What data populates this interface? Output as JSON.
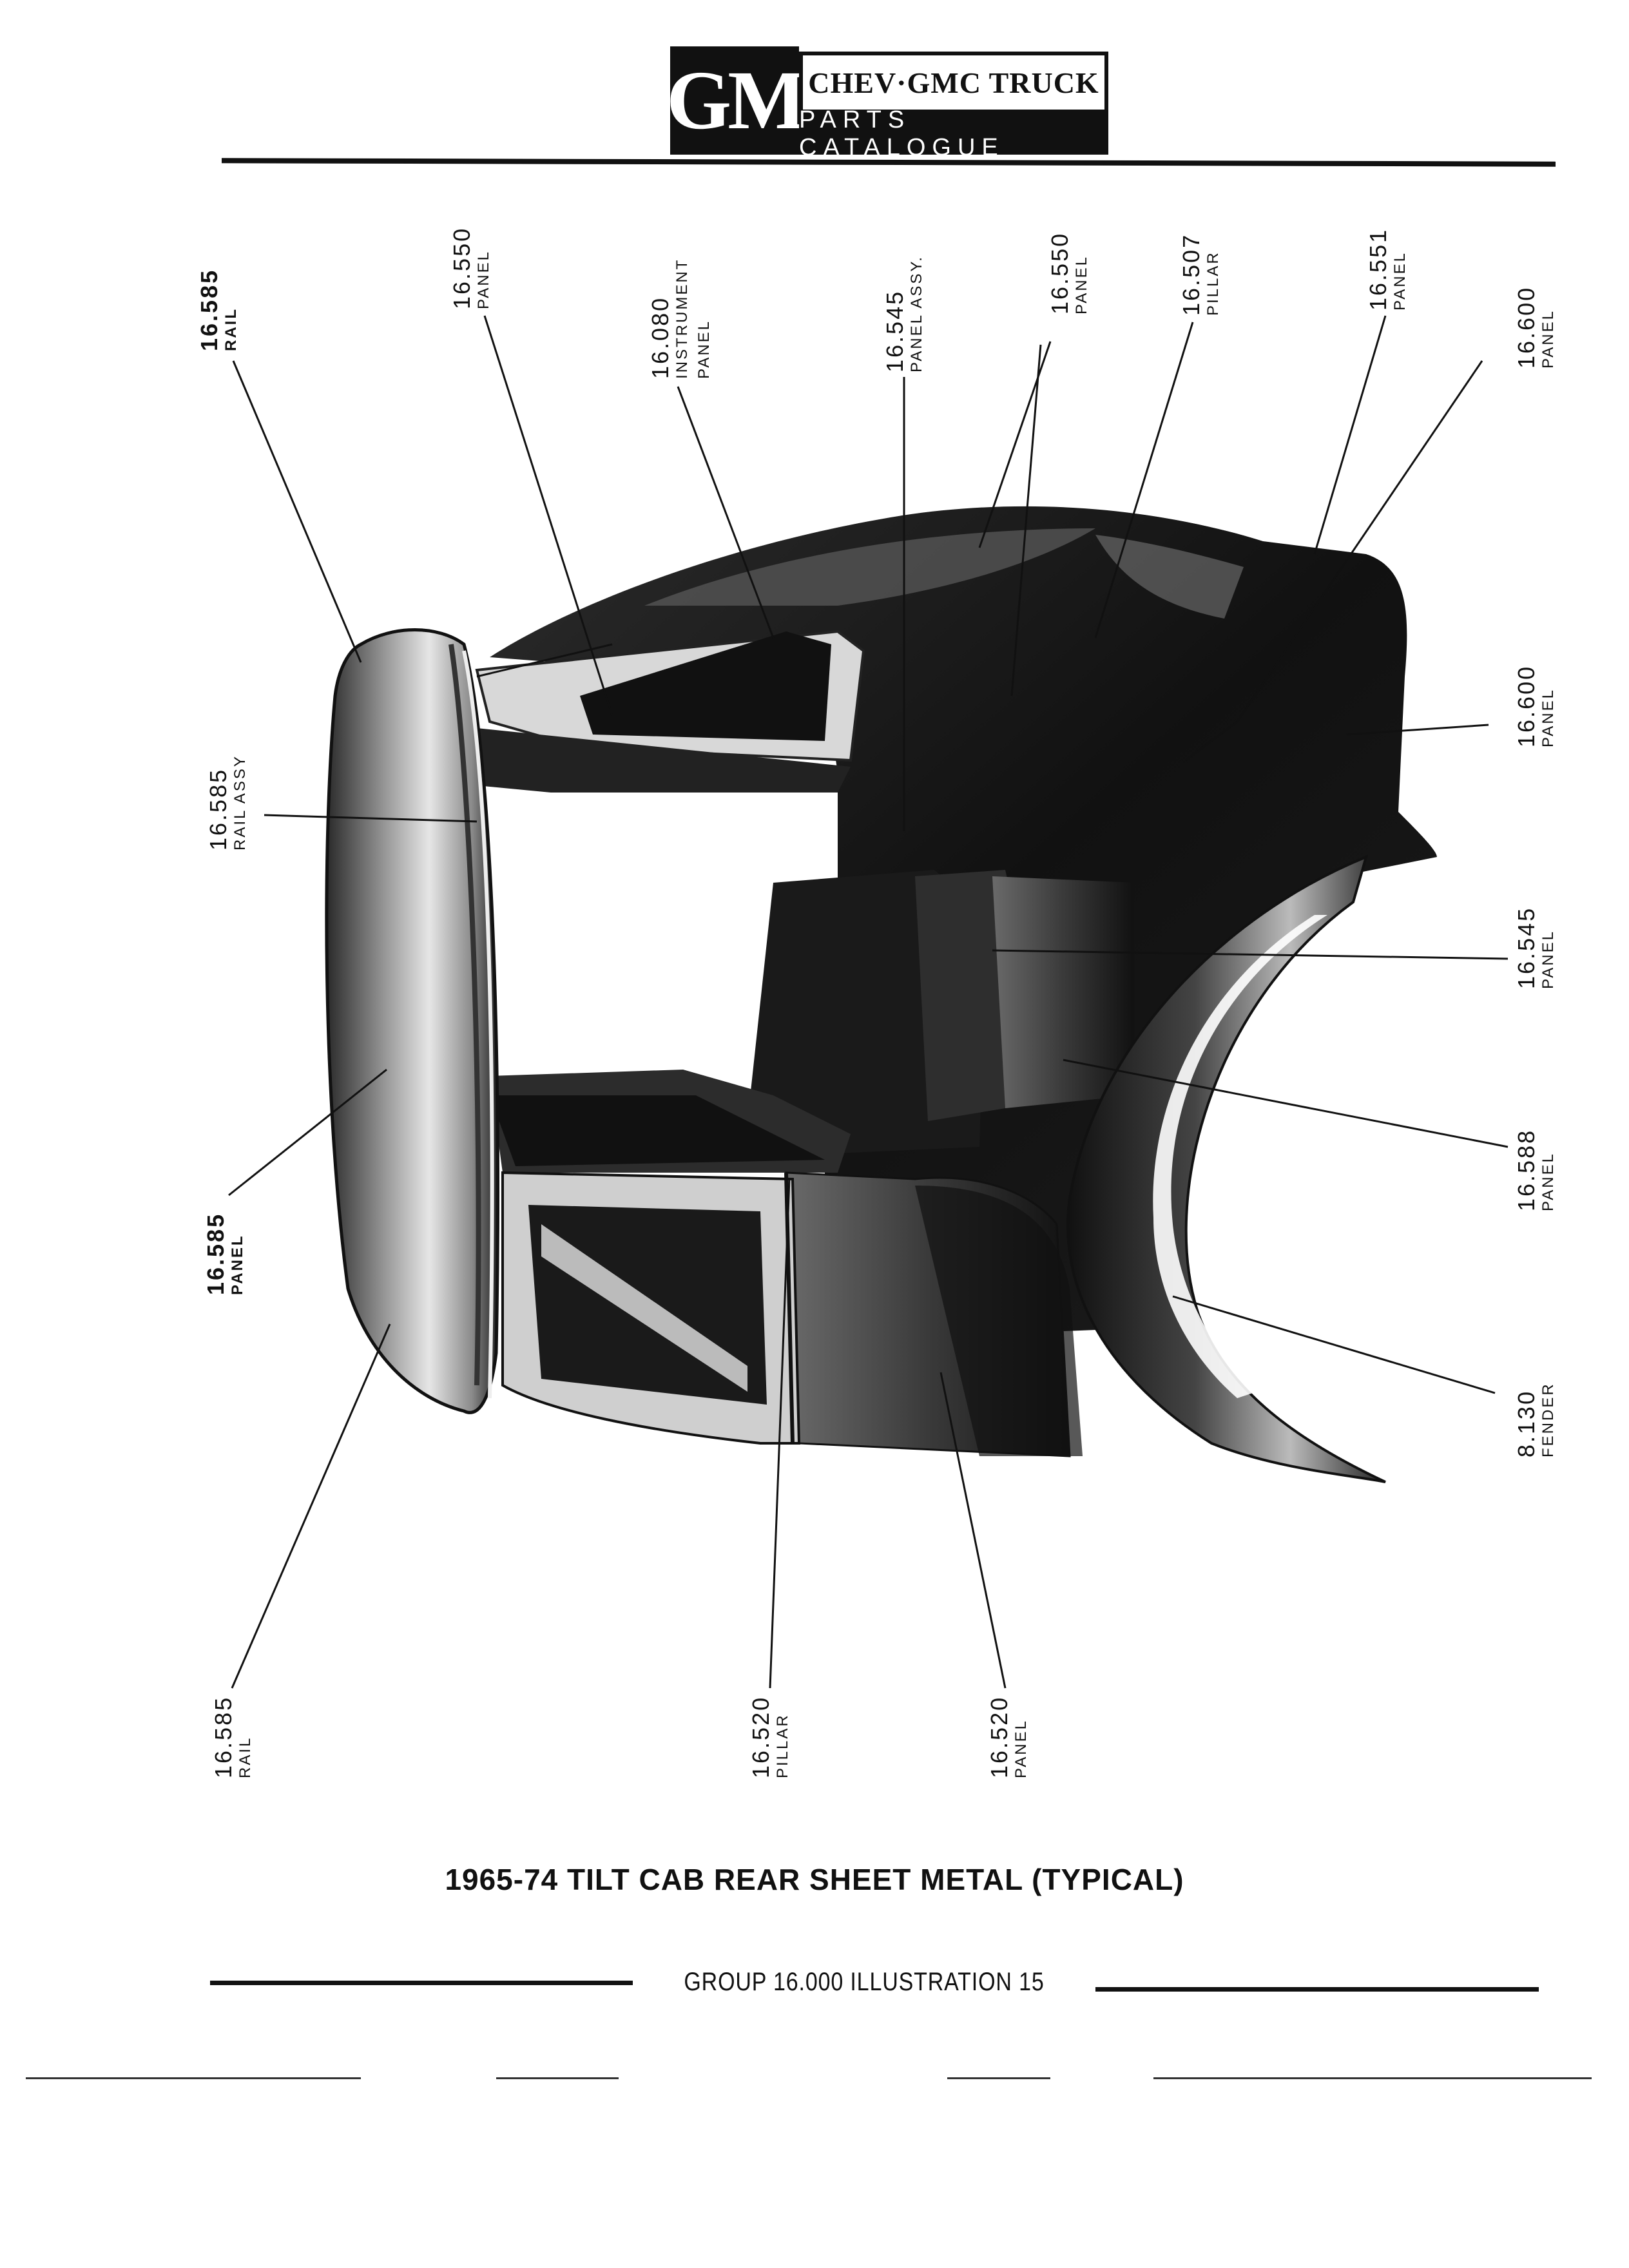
{
  "header": {
    "logo_mark": "GM",
    "brand_line": "CHEV·GMC TRUCK",
    "subtitle": "PARTS CATALOGUE"
  },
  "callouts": [
    {
      "id": "c1",
      "number": "16.585",
      "name": "RAIL"
    },
    {
      "id": "c2",
      "number": "16.550",
      "name": "PANEL"
    },
    {
      "id": "c3",
      "number": "16.080",
      "name": "INSTRUMENT",
      "name2": "PANEL"
    },
    {
      "id": "c4",
      "number": "16.545",
      "name": "PANEL ASSY."
    },
    {
      "id": "c5",
      "number": "16.550",
      "name": "PANEL"
    },
    {
      "id": "c6",
      "number": "16.507",
      "name": "PILLAR"
    },
    {
      "id": "c7",
      "number": "16.551",
      "name": "PANEL"
    },
    {
      "id": "c8",
      "number": "16.600",
      "name": "PANEL"
    },
    {
      "id": "c9",
      "number": "16.585",
      "name": "RAIL ASSY"
    },
    {
      "id": "c10",
      "number": "16.600",
      "name": "PANEL"
    },
    {
      "id": "c11",
      "number": "16.545",
      "name": "PANEL"
    },
    {
      "id": "c12",
      "number": "16.588",
      "name": "PANEL"
    },
    {
      "id": "c13",
      "number": "16.585",
      "name": "PANEL"
    },
    {
      "id": "c14",
      "number": "8.130",
      "name": "FENDER"
    },
    {
      "id": "c15",
      "number": "16.585",
      "name": "RAIL"
    },
    {
      "id": "c16",
      "number": "16.520",
      "name": "PILLAR"
    },
    {
      "id": "c17",
      "number": "16.520",
      "name": "PANEL"
    }
  ],
  "caption": "1965-74 TILT CAB REAR SHEET METAL (TYPICAL)",
  "footer": "GROUP 16.000 ILLUSTRATION 15",
  "colors": {
    "ink": "#111111",
    "paper": "#ffffff",
    "metal_dark": "#1a1a1a",
    "metal_mid": "#555555",
    "metal_light": "#cfcfcf"
  }
}
